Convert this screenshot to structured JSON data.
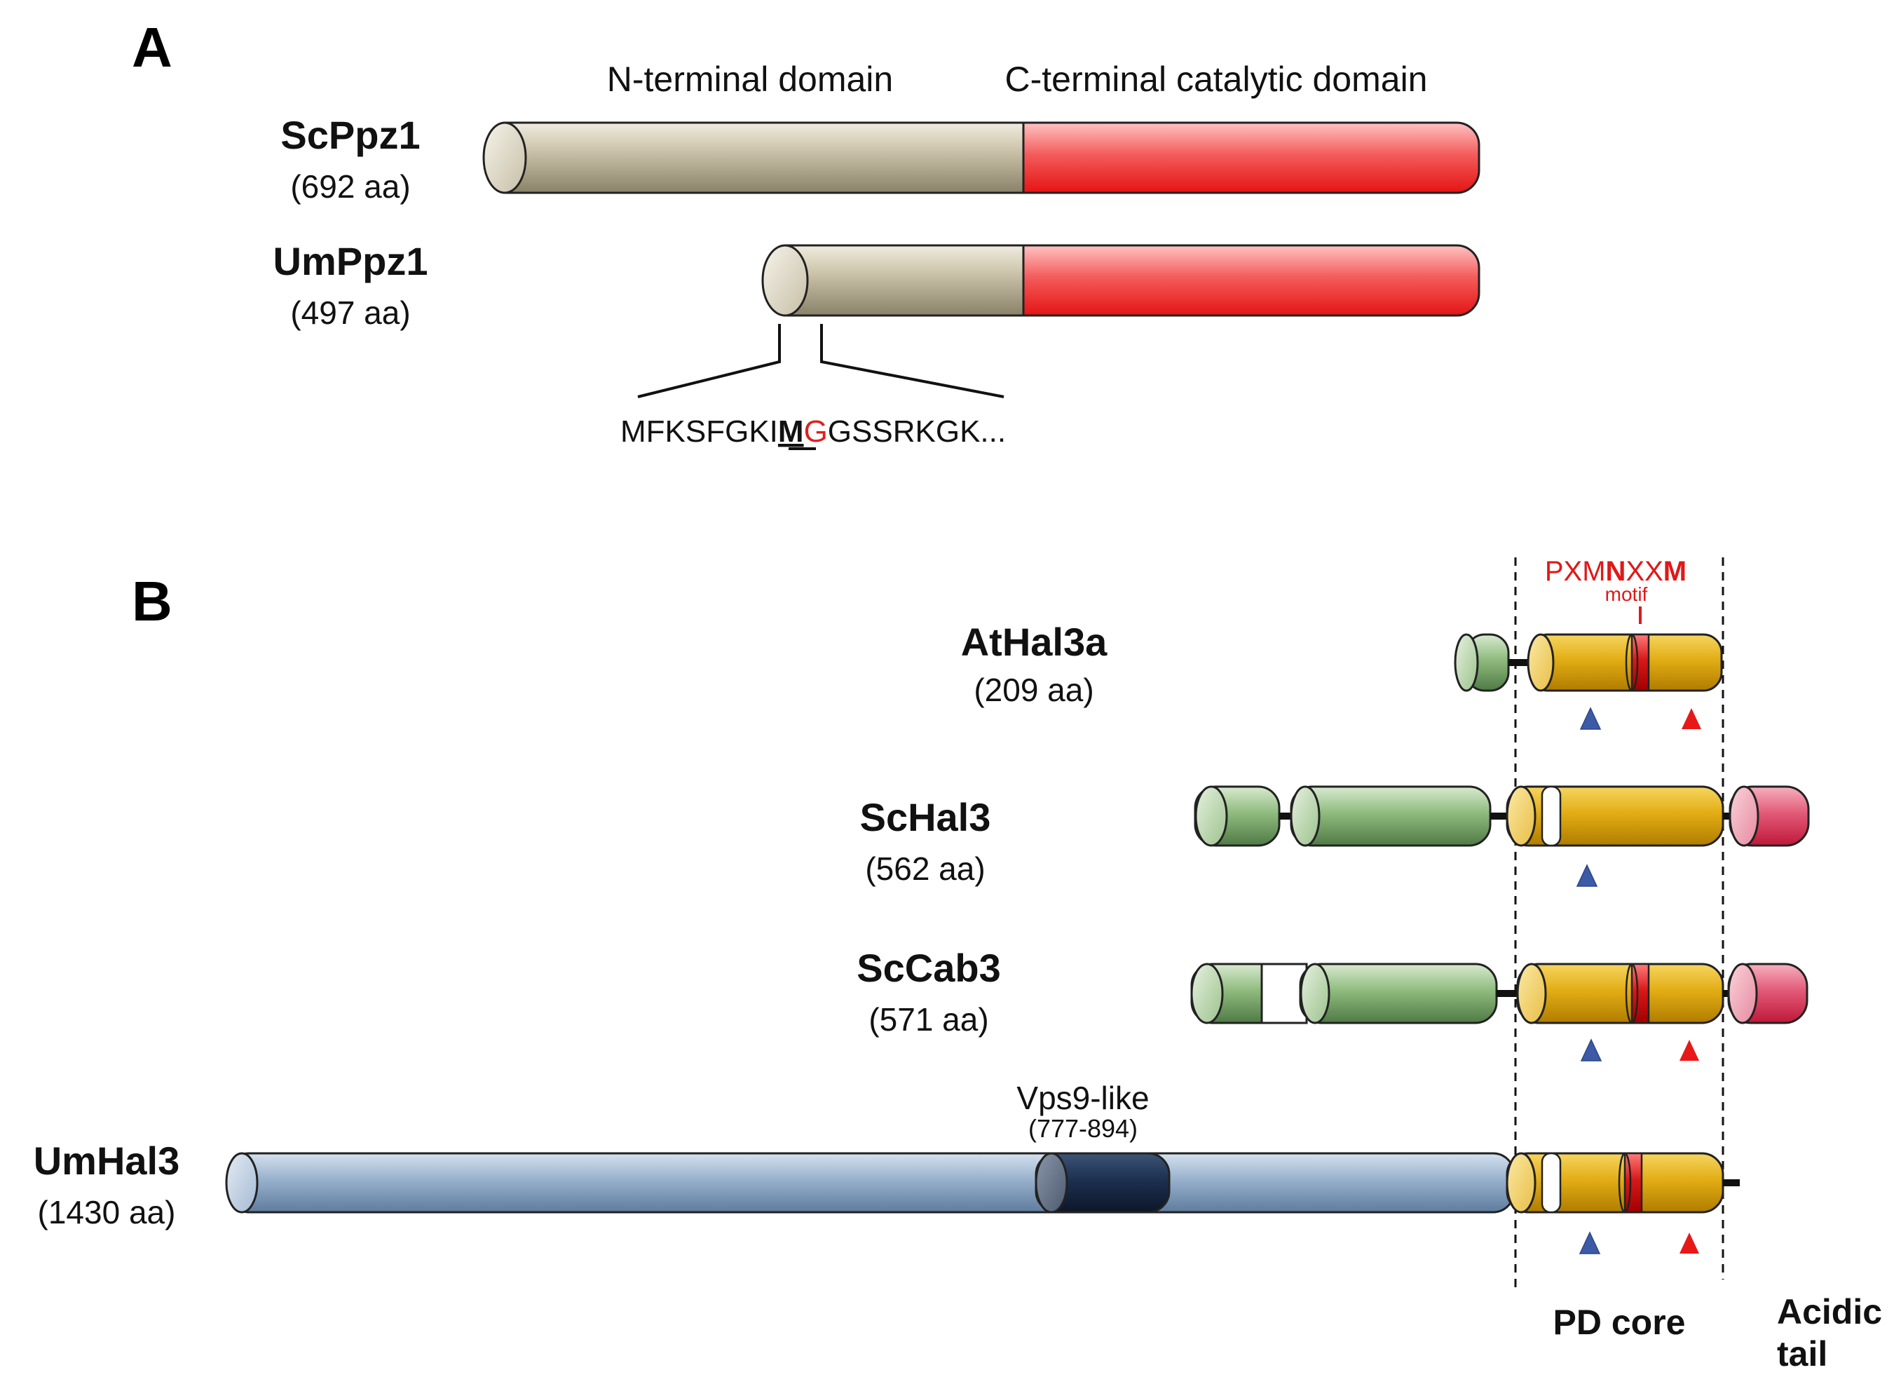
{
  "panel_a": {
    "label": "A",
    "domain_labels": {
      "n_terminal": "N-terminal domain",
      "c_terminal": "C-terminal catalytic domain"
    },
    "proteins": [
      {
        "name": "ScPpz1",
        "length": "(692 aa)"
      },
      {
        "name": "UmPpz1",
        "length": "(497 aa)"
      }
    ],
    "sequence": {
      "prefix": "MFKSFGKI",
      "start_residue": "M",
      "next_residue": "G",
      "rest": "GSSRKGK..."
    }
  },
  "panel_b": {
    "label": "B",
    "motif": {
      "name": "PXMNXXM",
      "parts": [
        "PXM",
        "N",
        "XX",
        "M"
      ],
      "caption": "motif"
    },
    "proteins": [
      {
        "name": "AtHal3a",
        "length": "(209 aa)"
      },
      {
        "name": "ScHal3",
        "length": "(562 aa)"
      },
      {
        "name": "ScCab3",
        "length": "(571 aa)"
      },
      {
        "name": "UmHal3",
        "length": "(1430 aa)"
      }
    ],
    "vps9": {
      "label": "Vps9-like",
      "range": "(777-894)"
    },
    "region_labels": {
      "pd_core": "PD core",
      "acidic_tail_line1": "Acidic",
      "acidic_tail_line2": "tail"
    }
  },
  "colors": {
    "n_terminal_tan": "#c8c0a6",
    "catalytic_red": "#f25a5a",
    "green_domain": "#8ab57a",
    "pd_core_gold": "#e0ad18",
    "motif_red": "#d81818",
    "acidic_pink": "#e05070",
    "umhal3_blue": "#93acc8",
    "vps9_navy": "#1d3050",
    "arrow_blue": "#3c5aa6",
    "arrow_red": "#e81818"
  }
}
